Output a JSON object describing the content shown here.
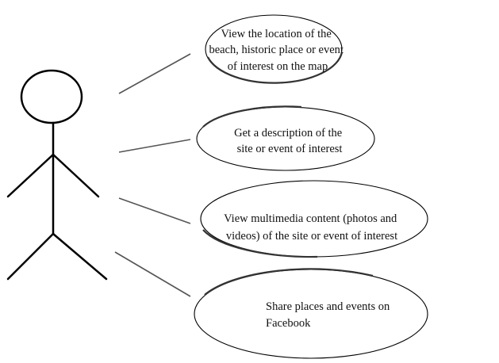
{
  "use_cases": [
    {
      "lines": [
        "View the location of the",
        "beach, historic place or event",
        "of interest on the map"
      ]
    },
    {
      "lines": [
        "Get a description of the",
        "site or event of interest"
      ]
    },
    {
      "lines": [
        "View multimedia content (photos and",
        "videos) of the site or event of interest"
      ]
    },
    {
      "lines": [
        "Share places and events on",
        "Facebook"
      ]
    }
  ]
}
